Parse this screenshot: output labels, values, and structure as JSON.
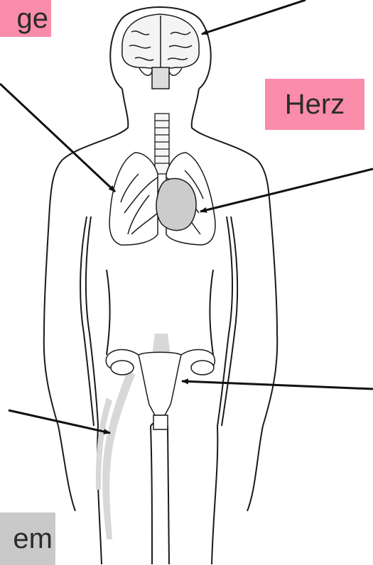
{
  "labels": {
    "lunge": {
      "text": "ge",
      "color": "#f98da9"
    },
    "herz": {
      "text": "Herz",
      "color": "#f98da9"
    },
    "system": {
      "text": "em",
      "color": "#c9c9c9"
    }
  },
  "colors": {
    "outline": "#1a1a1a",
    "organ_fill": "#cccccc",
    "vessel_fill": "#d8d8d8",
    "arrow": "#111111"
  }
}
